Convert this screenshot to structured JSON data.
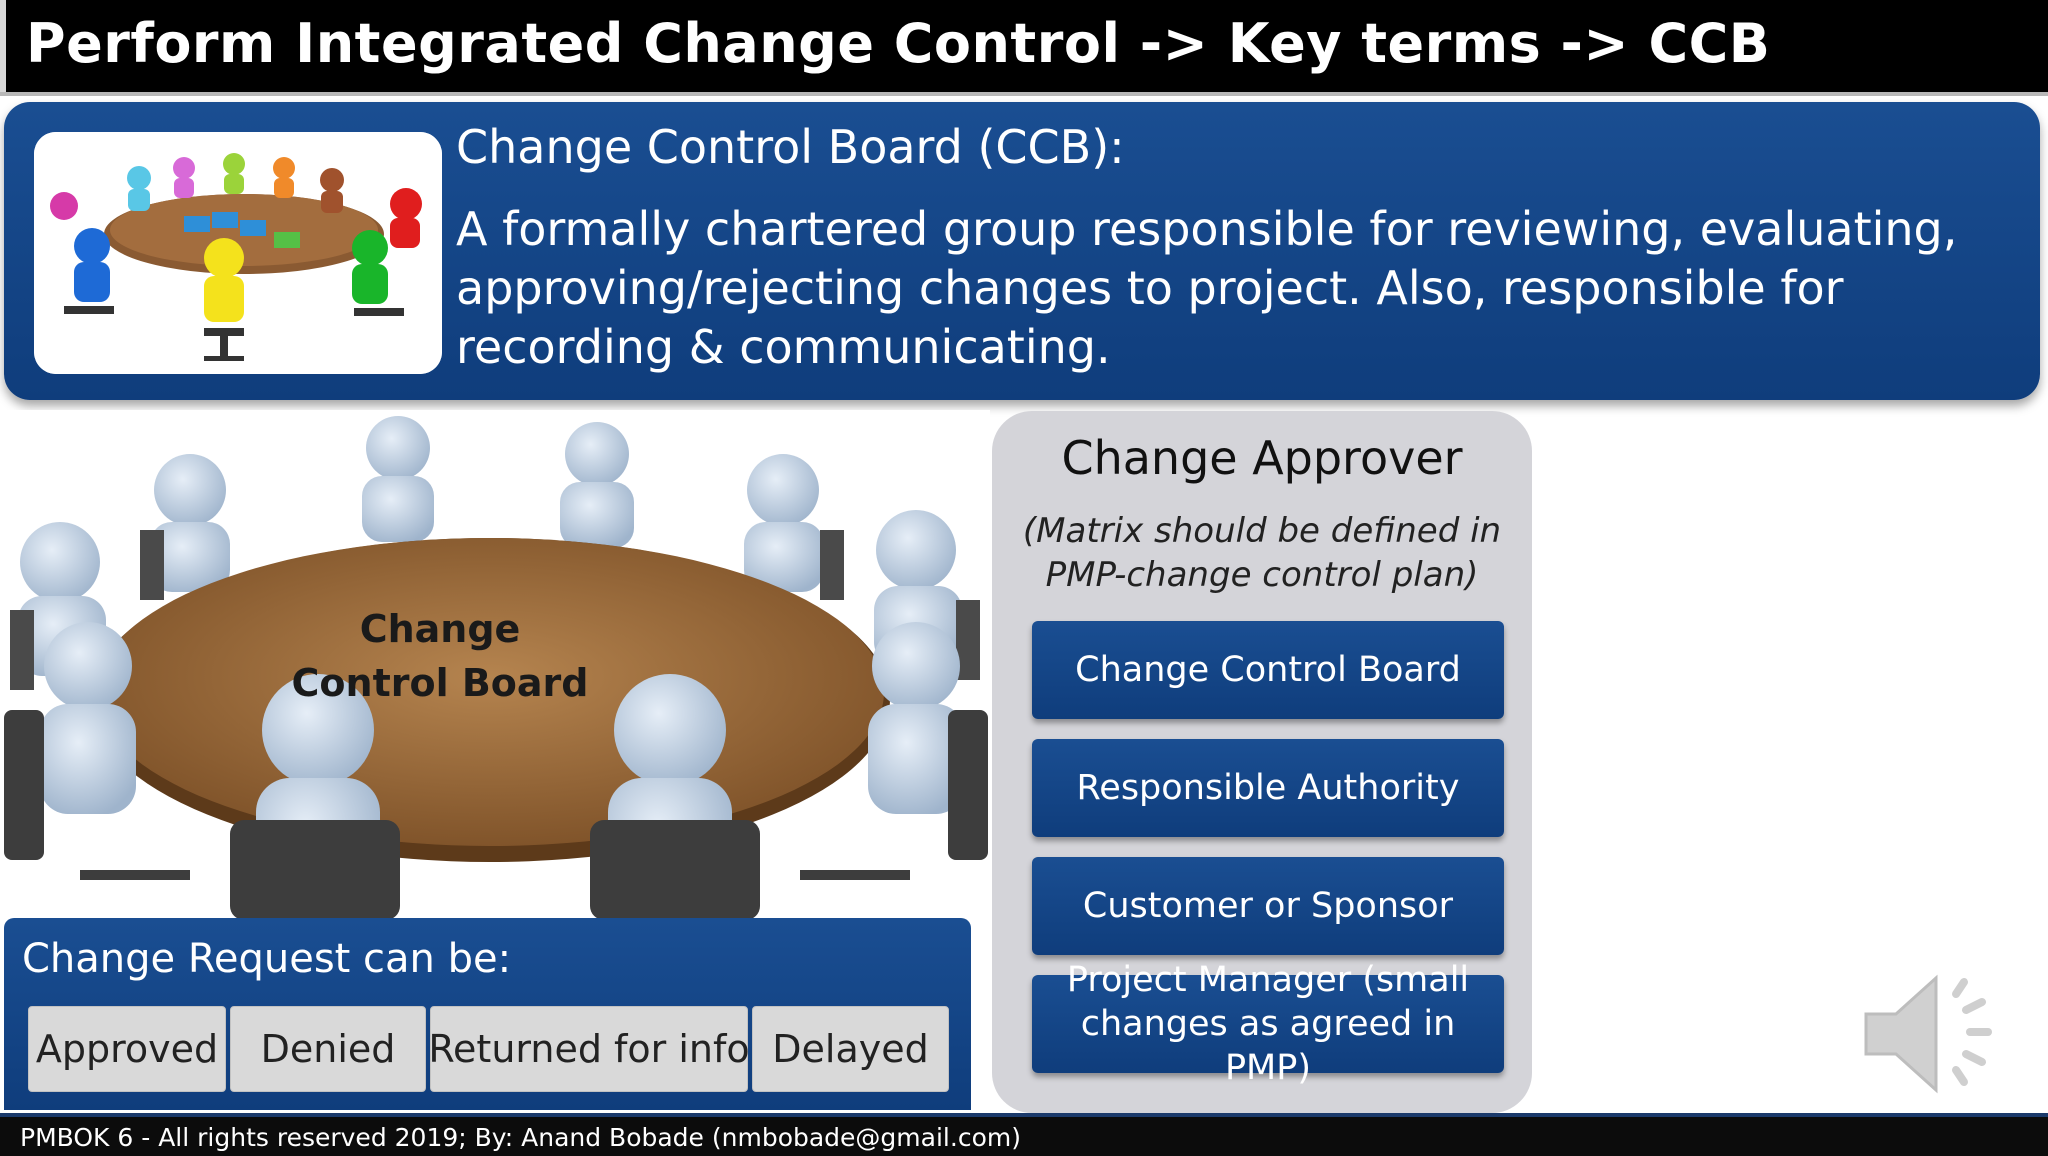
{
  "header": {
    "title": "Perform Integrated Change Control  -> Key terms -> CCB"
  },
  "definition": {
    "heading": "Change Control Board (CCB):",
    "body": "A formally chartered group responsible for reviewing, evaluating, approving/rejecting changes to project. Also, responsible for recording & communicating."
  },
  "illustration": {
    "label": "Change Control Board"
  },
  "change_request": {
    "title": "Change Request can be:",
    "options": [
      "Approved",
      "Denied",
      "Returned for info",
      "Delayed"
    ]
  },
  "approver": {
    "title": "Change Approver",
    "subtitle": "(Matrix should be defined in PMP-change control plan)",
    "items": [
      "Change Control Board",
      "Responsible Authority",
      "Customer or Sponsor",
      "Project Manager  (small changes as agreed in PMP)"
    ]
  },
  "footer": {
    "text": "PMBOK 6 - All rights reserved 2019; By: Anand Bobade (nmbobade@gmail.com)"
  },
  "icons": {
    "speaker": "speaker-icon"
  },
  "colors": {
    "panel_blue": "#134485",
    "title_bg": "#000000",
    "approver_bg": "#d4d4d9",
    "option_bg": "#d9d9d9"
  }
}
